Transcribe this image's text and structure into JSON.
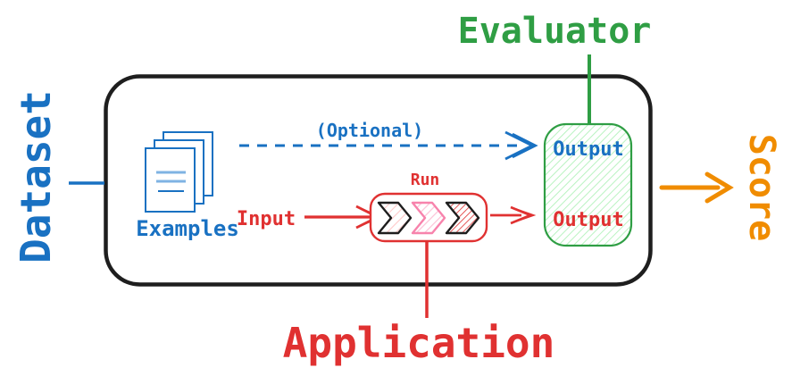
{
  "labels": {
    "dataset": "Dataset",
    "evaluator": "Evaluator",
    "application": "Application",
    "score": "Score",
    "examples": "Examples",
    "input": "Input",
    "run": "Run",
    "optional": "(Optional)",
    "evaluator_output": "Output",
    "application_output": "Output"
  },
  "colors": {
    "dataset_blue": "#1971c2",
    "evaluator_green": "#2f9e44",
    "application_red": "#e03131",
    "score_orange": "#f08c00",
    "frame_black": "#1e1e1e",
    "hatch_green": "#b2f2bb",
    "hatch_light_pink": "#ffc9c9",
    "hatch_pink": "#fcc2d7",
    "chevron_pink_stroke": "#f783ac"
  }
}
